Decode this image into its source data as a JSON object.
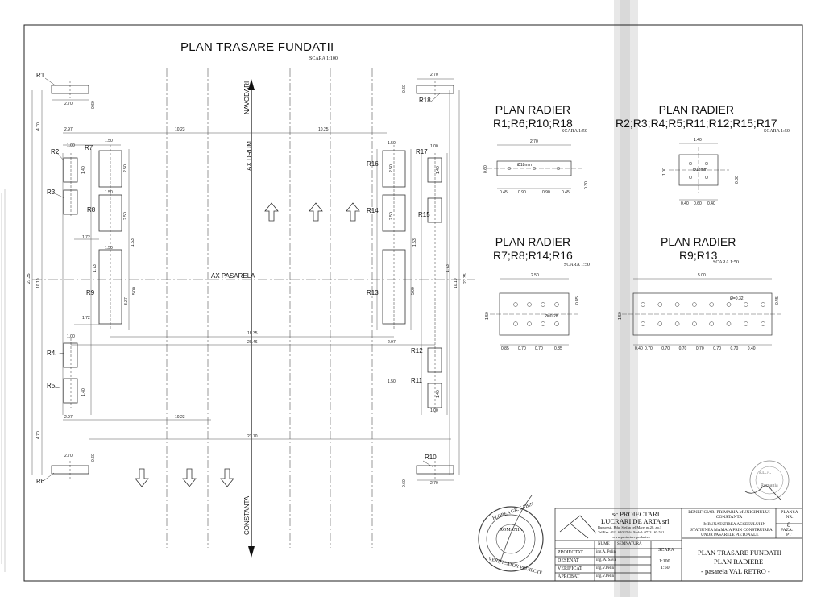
{
  "drawing": {
    "main_title": "PLAN TRASARE FUNDATII",
    "main_scale": "SCARA 1:100",
    "axes": {
      "navodari": "NAVODARI",
      "ax_drum": "AX DRUM",
      "ax_pasarela": "AX PASARELA",
      "constanta": "CONSTANTA"
    },
    "left_foundations": [
      "R1",
      "R2",
      "R7",
      "R3",
      "R8",
      "R9",
      "R4",
      "R5",
      "R6"
    ],
    "right_foundations": [
      "R18",
      "R16",
      "R17",
      "R14",
      "R15",
      "R13",
      "R12",
      "R11",
      "R10"
    ],
    "dims": {
      "d270": "2.70",
      "d297": "2.97",
      "d1023": "10.23",
      "d1025": "10.25",
      "d100": "1.00",
      "d150": "1.50",
      "d172": "1.72",
      "d1835": "18.35",
      "d2046": "20.46",
      "d2370": "23.70",
      "d2735": "27.35",
      "d1010": "10.10",
      "d060": "0.60",
      "d470": "4.70",
      "d140": "1.40",
      "d250": "2.50",
      "d500": "5.00",
      "d327": "3.27",
      "d153": "1.53",
      "d173": "1.73"
    }
  },
  "radier": [
    {
      "title1": "PLAN RADIER",
      "title2": "R1;R6;R10;R18",
      "scale": "SCARA 1:50",
      "top": "2.70",
      "hole": "Ø18mm",
      "dims": [
        "0.45",
        "0.90",
        "0.90",
        "0.45"
      ],
      "side": "0.60",
      "right": "0.30"
    },
    {
      "title1": "PLAN RADIER",
      "title2": "R2;R3;R4;R5;R11;R12;R15;R17",
      "scale": "SCARA 1:50",
      "top": "1.40",
      "hole": "Ø18mm",
      "dims": [
        "0.40",
        "0.60",
        "0.40"
      ],
      "side": "1.00",
      "right": "0.30"
    },
    {
      "title1": "PLAN RADIER",
      "title2": "R7;R8;R14;R16",
      "scale": "SCARA 1:50",
      "top": "2.50",
      "hole": "Ø=0.28",
      "dims": [
        "0.85",
        "0.70",
        "0.70",
        "0.85"
      ],
      "side": "1.50",
      "right": "0.45"
    },
    {
      "title1": "PLAN RADIER",
      "title2": "R9;R13",
      "scale": "SCARA 1:50",
      "top": "5.00",
      "hole": "Ø=0.32",
      "dims": [
        "0.40",
        "0.70",
        "0.70",
        "0.70",
        "0.70",
        "0.70",
        "0.70",
        "0.40"
      ],
      "side": "1.50",
      "right": "0.45"
    }
  ],
  "titleblock": {
    "company1": "sc PROIECTARI",
    "company2": "LUCRARI DE ARTA srl",
    "address": "Bucuresti, Bdul Stefan cel Mare, nr.20, ap.1",
    "phone": "Tel/Fax : 021 610 15 64   Mobil: 0723 165 551",
    "web": "www.proiectare-poduri.ro",
    "beneficiar": "BENEFICIAR: PRIMARIA MUNICIPIULUI CONSTANTA",
    "obiect1": "IMBUNATATIREA ACCESULUI IN",
    "obiect2": "STATIUNEA MAMAIA PRIN CONSTRUIREA",
    "obiect3": "UNOR PASARELE PIETONALE",
    "plansa_label": "PLANSA NR.",
    "plansa_no": "8",
    "faza_label": "FAZA:",
    "faza": "PT",
    "col_nume": "NUME",
    "col_semnatura": "SEMNATURA",
    "col_scara": "SCARA",
    "scara1": "1:100",
    "scara2": "1:50",
    "roles": [
      {
        "role": "PROIECTAT",
        "name": "ing.A. Pelin"
      },
      {
        "role": "DESENAT",
        "name": "ing. A. Sava"
      },
      {
        "role": "VERIFICAT",
        "name": "ing.V.Pelin"
      },
      {
        "role": "APROBAT",
        "name": "ing.V.Pelin"
      }
    ],
    "sheet_title1": "PLAN TRASARE FUNDATII",
    "sheet_title2": "PLAN RADIERE",
    "sheet_title3": "- pasarela VAL RETRO -"
  },
  "stamp": {
    "name": "FLOREA GR. SABIN",
    "text": "ROMANIA",
    "verif": "VERIFICATOR PROIECTE"
  },
  "stamp2": {
    "text": "P.L.A.",
    "sub": "Romania"
  }
}
